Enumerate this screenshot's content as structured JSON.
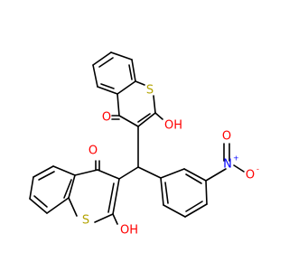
{
  "colors": {
    "bond": "#000000",
    "carbon": "#000000",
    "sulfur": "#b3a300",
    "oxygen": "#ff0000",
    "nitrogen": "#0000ff",
    "background": "#ffffff"
  },
  "labels": {
    "s_top": "S",
    "oh_top": "OH",
    "o_top_carbonyl": "O",
    "o_bottom_carbonyl": "O",
    "s_bottom": "S",
    "oh_bottom": "OH",
    "nitro_o_double": "O",
    "nitro_n": "N",
    "nitro_n_charge": "+",
    "nitro_o_single": "O",
    "nitro_o_charge": "-"
  }
}
